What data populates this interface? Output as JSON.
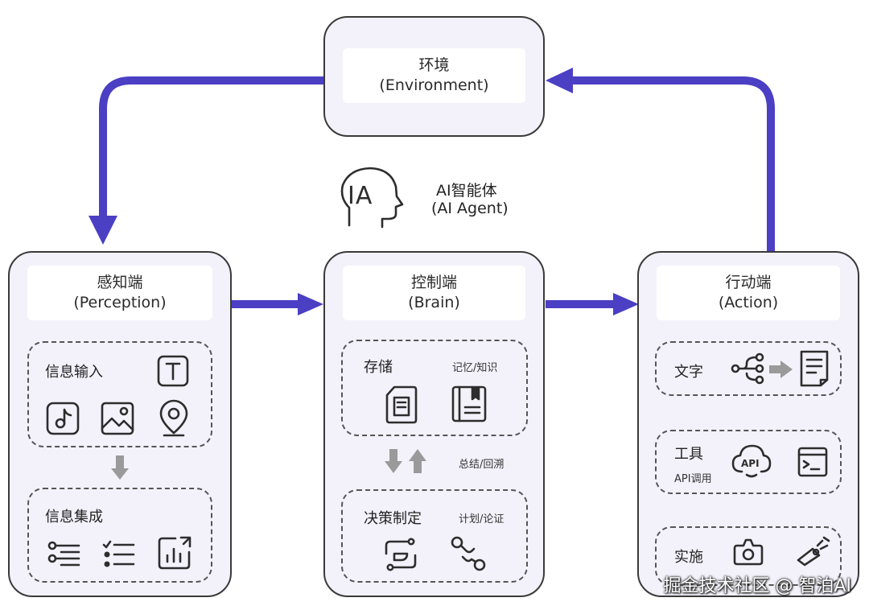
{
  "environment": {
    "title": "环境",
    "subtitle": "(Environment)"
  },
  "agent": {
    "icon_text": "IA",
    "title": "AI智能体",
    "subtitle": "(AI Agent)"
  },
  "perception": {
    "title": "感知端",
    "subtitle": "(Perception)",
    "input_label": "信息输入",
    "integration_label": "信息集成"
  },
  "brain": {
    "title": "控制端",
    "subtitle": "(Brain)",
    "storage_label": "存储",
    "storage_note": "记忆/知识",
    "summary_note": "总结/回溯",
    "decision_label": "决策制定",
    "decision_note": "计划/论证"
  },
  "action": {
    "title": "行动端",
    "subtitle": "(Action)",
    "text_label": "文字",
    "tool_label": "工具",
    "tool_note": "API调用",
    "api_icon_text": "API",
    "embodied_label": "实施"
  },
  "watermark": "掘金技术社区 @ 智泊AI",
  "colors": {
    "arrow": "#4b3fc4",
    "panel": "#f3f2fb",
    "gray_arrow": "#9a9a9a"
  }
}
